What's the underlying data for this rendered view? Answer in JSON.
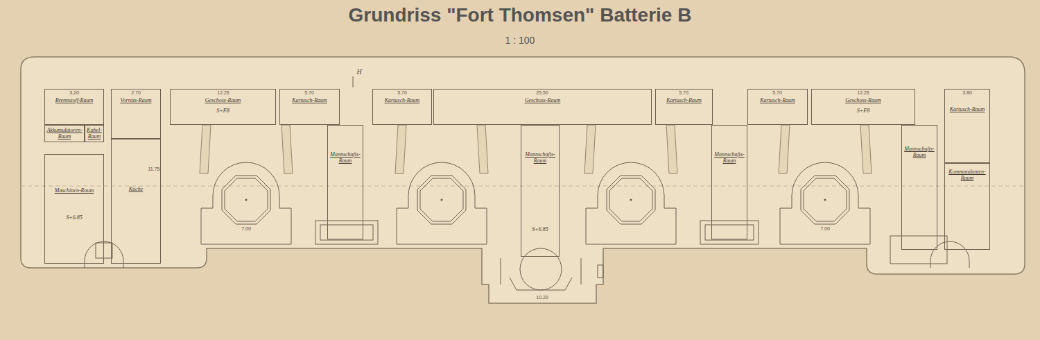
{
  "diagram": {
    "title": "Grundriss \"Fort Thomsen\" Batterie B",
    "nodes": [
      {
        "text": [
          "Brennstoff-Raum"
        ]
      },
      {
        "text": [
          "Akkumulatoren-Raum"
        ]
      },
      {
        "text": [
          "Kabel-Raum"
        ]
      },
      {
        "text": [
          "Maschinen-Raum",
          "S+6.85"
        ]
      },
      {
        "text": [
          "Vorrats-Raum"
        ]
      },
      {
        "text": [
          "Küche"
        ]
      },
      {
        "text": [
          "Geschoss-Raum",
          "S+F8"
        ]
      },
      {
        "text": [
          "Kartusch-Raum"
        ]
      },
      {
        "text": [
          "Mannschafts-Raum"
        ]
      },
      {
        "text": [
          "Kartusch-Raum"
        ]
      },
      {
        "text": [
          "Geschoss-Raum"
        ]
      },
      {
        "text": [
          "Mannschafts-Raum",
          "S+6.85"
        ]
      },
      {
        "text": [
          "Kartusch-Raum"
        ]
      },
      {
        "text": [
          "Mannschafts-Raum"
        ]
      },
      {
        "text": [
          "Kartusch-Raum"
        ]
      },
      {
        "text": [
          "Geschoss-Raum",
          "S+F8"
        ]
      },
      {
        "text": [
          "Mannschafts-Raum"
        ]
      },
      {
        "text": [
          "Kartusch-Raum"
        ]
      },
      {
        "text": [
          "Kommandanten-Raum"
        ]
      }
    ],
    "labels": [
      "1 : 100",
      "3.20",
      "2.70",
      "12.25",
      "5.70",
      "5.70",
      "25.50",
      "5.70",
      "5.70",
      "12.25",
      "3.80",
      "H",
      "7.00",
      "7.00",
      "10.20",
      "11.75"
    ]
  }
}
